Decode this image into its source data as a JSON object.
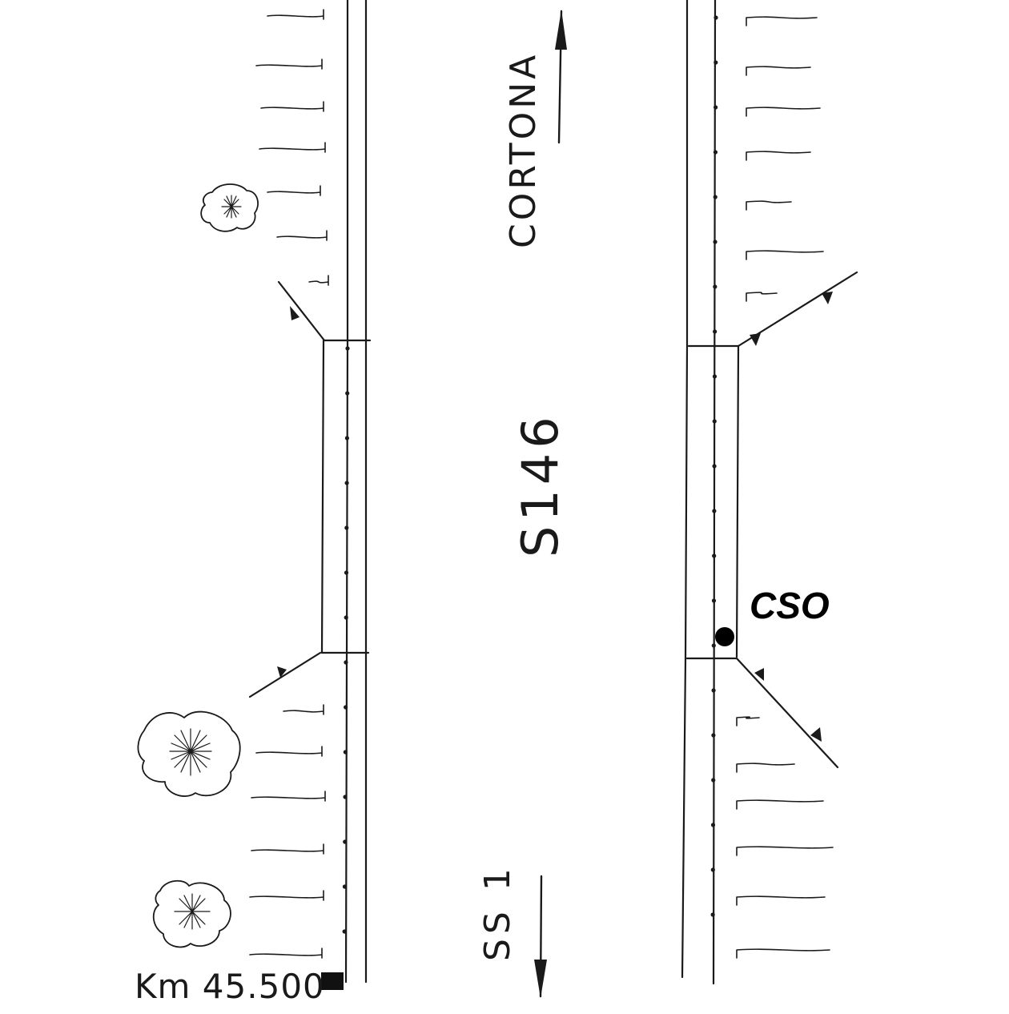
{
  "labels": {
    "direction_top": "CORTONA",
    "road_name": "S146",
    "direction_bottom": "SS 1",
    "km_marker": "Km 45.500",
    "point_label": "CSO"
  },
  "colors": {
    "ink": "#1a1a1a",
    "background": "#ffffff",
    "point": "#000000"
  },
  "icons": [
    "tree-icon",
    "arrow-up-icon",
    "arrow-down-icon",
    "triangle-marker-icon",
    "km-marker-square-icon"
  ]
}
